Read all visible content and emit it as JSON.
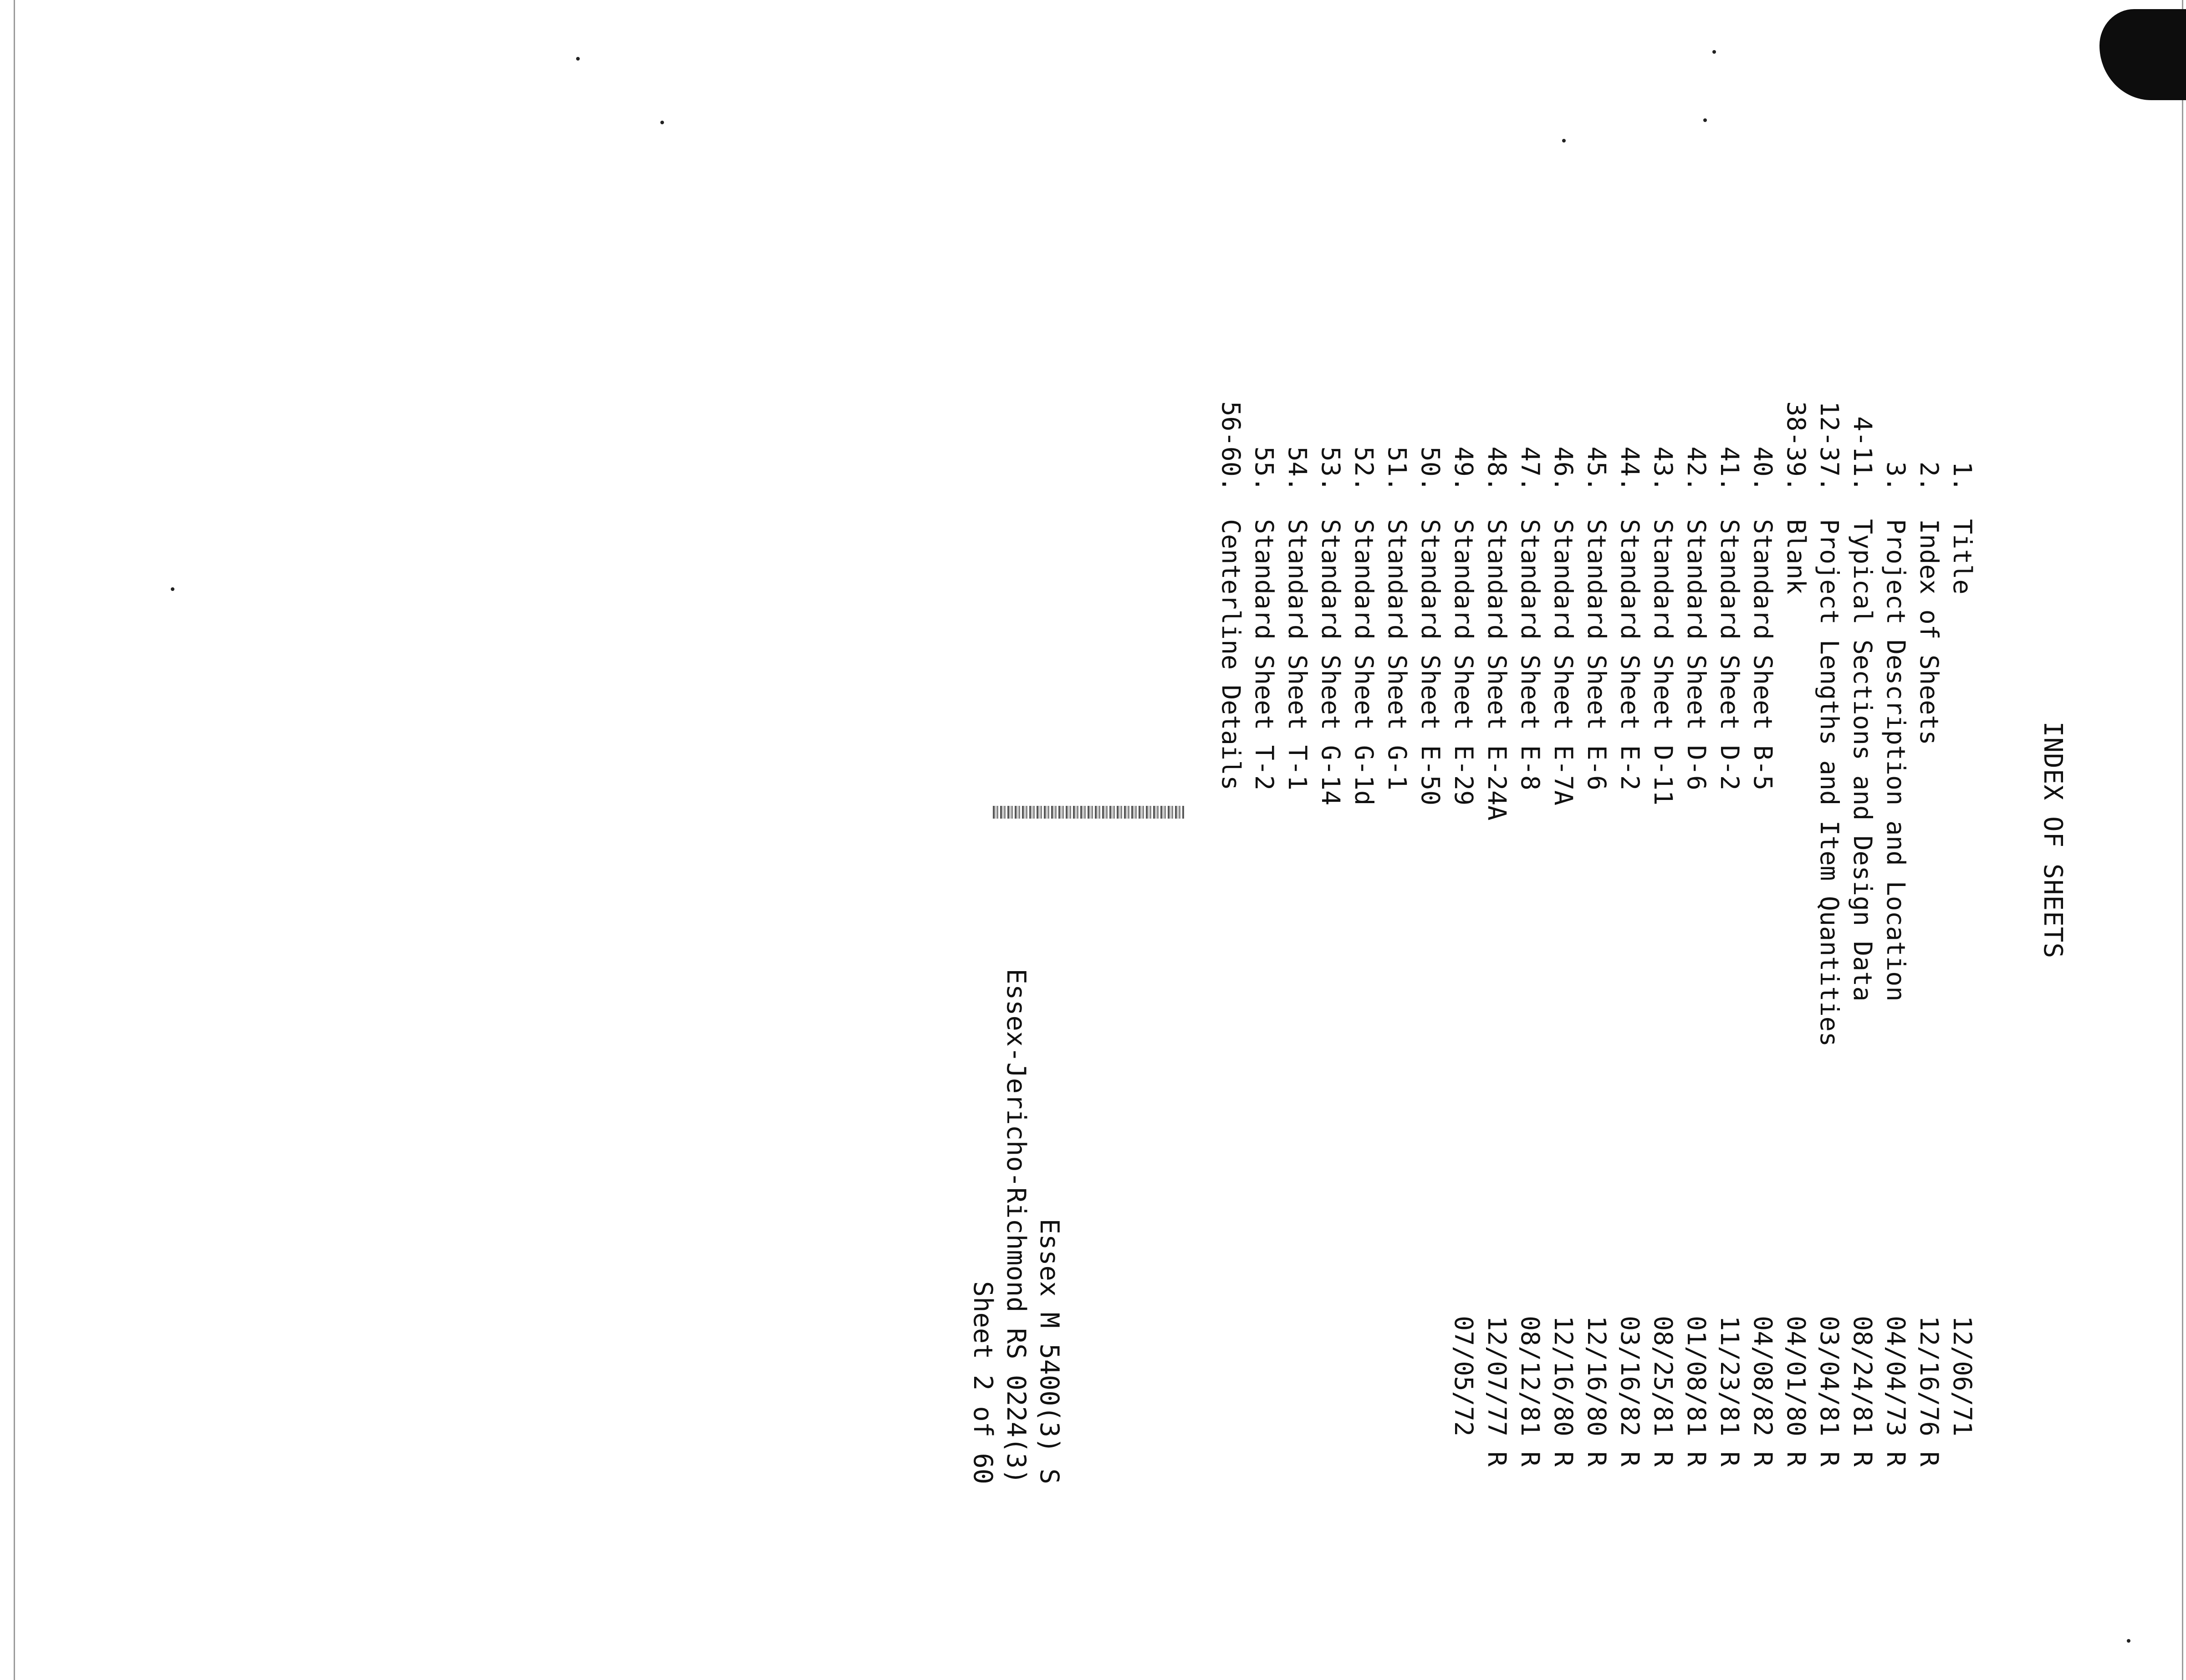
{
  "document": {
    "title": "INDEX OF SHEETS",
    "entries": [
      {
        "no": "1.",
        "description": "Title",
        "date": "12/06/71"
      },
      {
        "no": "2.",
        "description": "Index of Sheets",
        "date": "12/16/76 R"
      },
      {
        "no": "3.",
        "description": "Project Description and Location",
        "date": "04/04/73 R"
      },
      {
        "no": "4-11.",
        "description": "Typical Sections and Design Data",
        "date": "08/24/81 R"
      },
      {
        "no": "12-37.",
        "description": "Project Lengths and Item Quantities",
        "date": "03/04/81 R"
      },
      {
        "no": "38-39.",
        "description": "Blank",
        "date": "04/01/80 R"
      },
      {
        "no": "40.",
        "description": "Standard Sheet B-5",
        "date": "04/08/82 R"
      },
      {
        "no": "41.",
        "description": "Standard Sheet D-2",
        "date": "11/23/81 R"
      },
      {
        "no": "42.",
        "description": "Standard Sheet D-6",
        "date": "01/08/81 R"
      },
      {
        "no": "43.",
        "description": "Standard Sheet D-11",
        "date": "08/25/81 R"
      },
      {
        "no": "44.",
        "description": "Standard Sheet E-2",
        "date": "03/16/82 R"
      },
      {
        "no": "45.",
        "description": "Standard Sheet E-6",
        "date": "12/16/80 R"
      },
      {
        "no": "46.",
        "description": "Standard Sheet E-7A",
        "date": "12/16/80 R"
      },
      {
        "no": "47.",
        "description": "Standard Sheet E-8",
        "date": "08/12/81 R"
      },
      {
        "no": "48.",
        "description": "Standard Sheet E-24A",
        "date": "12/07/77 R"
      },
      {
        "no": "49.",
        "description": "Standard Sheet E-29",
        "date": "07/05/72"
      },
      {
        "no": "50.",
        "description": "Standard Sheet E-50",
        "date": ""
      },
      {
        "no": "51.",
        "description": "Standard Sheet G-1",
        "date": ""
      },
      {
        "no": "52.",
        "description": "Standard Sheet G-1d",
        "date": ""
      },
      {
        "no": "53.",
        "description": "Standard Sheet G-14",
        "date": ""
      },
      {
        "no": "54.",
        "description": "Standard Sheet T-1",
        "date": ""
      },
      {
        "no": "55.",
        "description": "Standard Sheet T-2",
        "date": ""
      },
      {
        "no": "56-60.",
        "description": "Centerline Details",
        "date": ""
      }
    ],
    "footer": {
      "line1": "Essex M 5400(3) S",
      "line2": "Essex-Jericho-Richmond RS 0224(3)",
      "line3": "Sheet 2 of 60"
    }
  }
}
